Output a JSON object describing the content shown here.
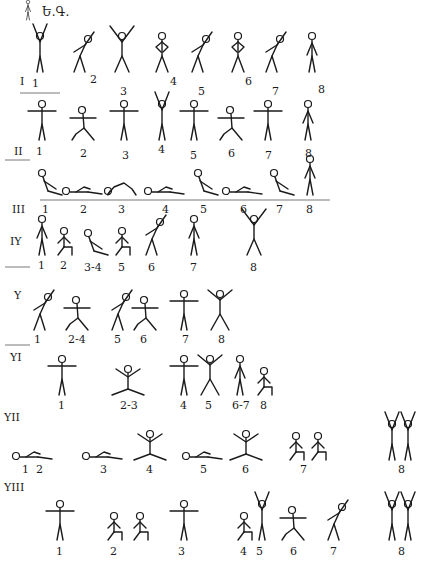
{
  "diagram": {
    "title": "Ե.Գ.",
    "labels": [
      "I",
      "1",
      "2",
      "3",
      "4",
      "5",
      "6",
      "7",
      "8",
      "II",
      "1",
      "2",
      "3",
      "4",
      "5",
      "6",
      "7",
      "8",
      "III",
      "1",
      "2",
      "3",
      "4",
      "5",
      "6",
      "7",
      "8",
      "IY",
      "1",
      "2",
      "3-4",
      "5",
      "6",
      "7",
      "8",
      "Y",
      "1",
      "2-4",
      "5",
      "6",
      "7",
      "8",
      "YI",
      "1",
      "2-3",
      "4",
      "5",
      "6-7",
      "8",
      "YII",
      "1",
      "2",
      "3",
      "4",
      "5",
      "6",
      "7",
      "8",
      "YIII",
      "1",
      "2",
      "3",
      "4",
      "5",
      "6",
      "7",
      "8"
    ]
  }
}
